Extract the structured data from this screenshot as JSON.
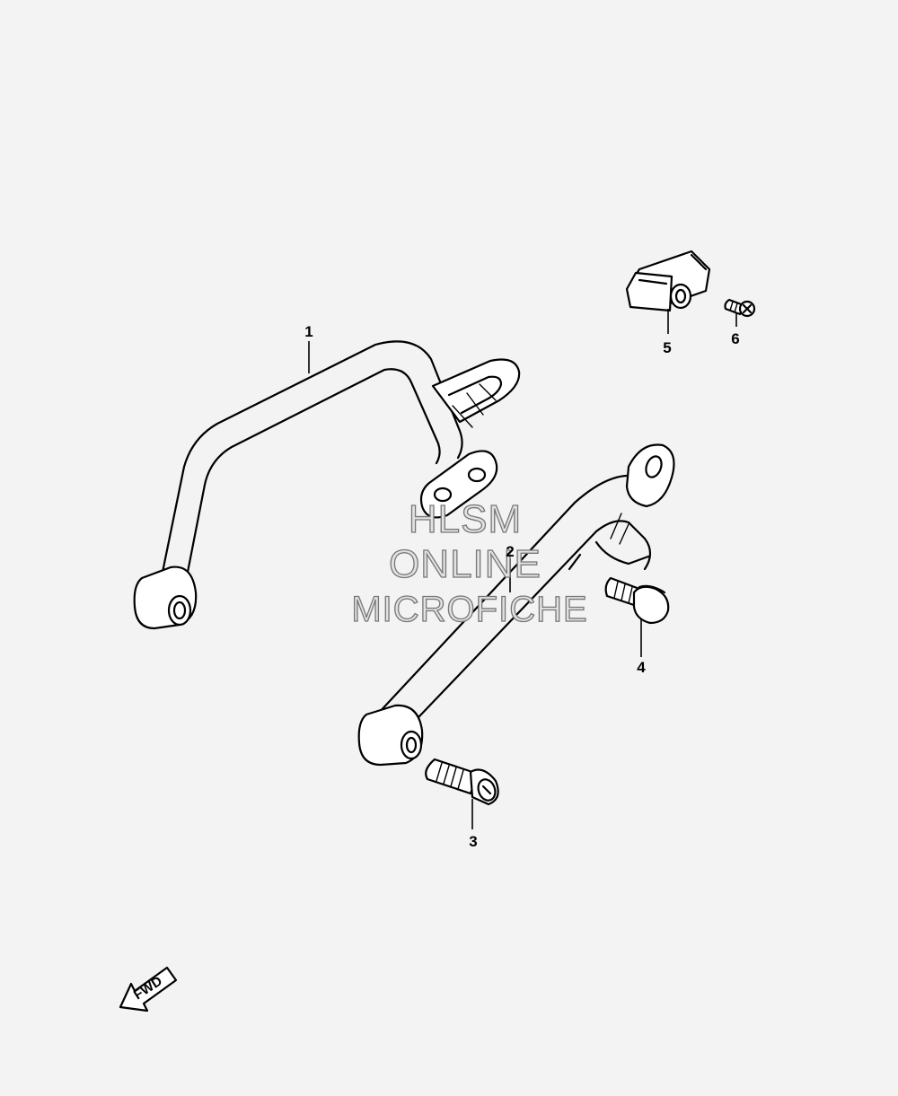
{
  "callouts": [
    "1",
    "2",
    "3",
    "4",
    "5",
    "6"
  ],
  "watermark": {
    "line1": "HLSM",
    "line2": "ONLINE",
    "line3": "MICROFICHE"
  },
  "direction_label": "FWD",
  "icons": {
    "direction": "fwd-arrow-icon"
  }
}
